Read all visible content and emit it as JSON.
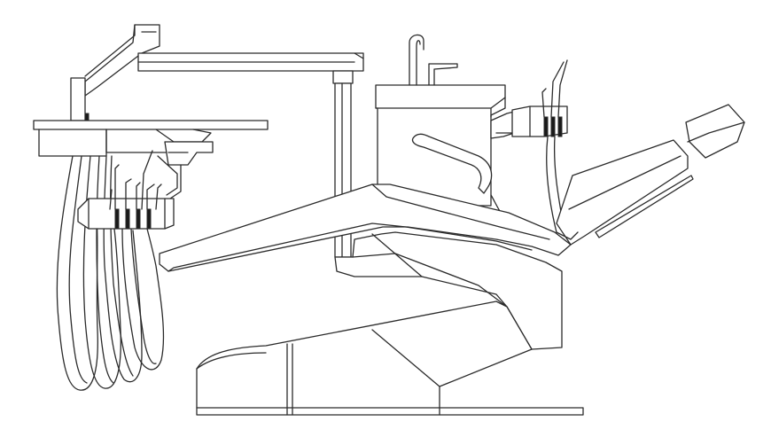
{
  "colors": {
    "background": "#ffffff",
    "stroke": "#2b2b2b",
    "fill": "#ffffff",
    "accent": "#1a1a1a"
  },
  "components": [
    "delivery-arm",
    "instrument-tray",
    "instrument-holder",
    "handpiece-hoses",
    "light-pole",
    "cuspidor-unit",
    "water-faucet",
    "assistant-instrument-holder",
    "patient-chair-seat",
    "backrest",
    "headrest",
    "chair-base"
  ]
}
